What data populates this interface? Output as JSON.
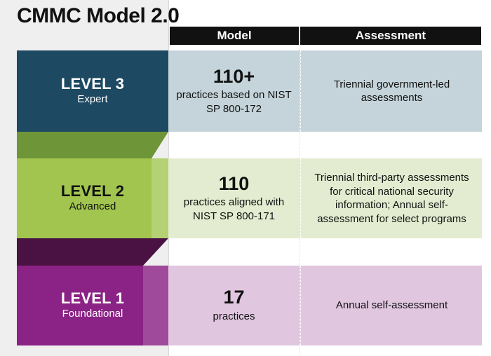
{
  "title": "CMMC Model 2.0",
  "columns": {
    "model": "Model",
    "assessment": "Assessment"
  },
  "levels": [
    {
      "name": "LEVEL 3",
      "subtitle": "Expert",
      "count": "110+",
      "model_text": "practices based on NIST SP 800-172",
      "assessment_text": "Triennial government-led assessments",
      "color": "#1e4963",
      "panel_color": "#c4d4da"
    },
    {
      "name": "LEVEL 2",
      "subtitle": "Advanced",
      "count": "110",
      "model_text": "practices aligned with NIST SP 800-171",
      "assessment_text": "Triennial third-party assessments for critical national security information; Annual self-assessment for select programs",
      "color": "#a1c54e",
      "panel_color": "#e3ecd0"
    },
    {
      "name": "LEVEL 1",
      "subtitle": "Foundational",
      "count": "17",
      "model_text": "practices",
      "assessment_text": "Annual self-assessment",
      "color": "#8b2285",
      "panel_color": "#e1c6e0"
    }
  ]
}
